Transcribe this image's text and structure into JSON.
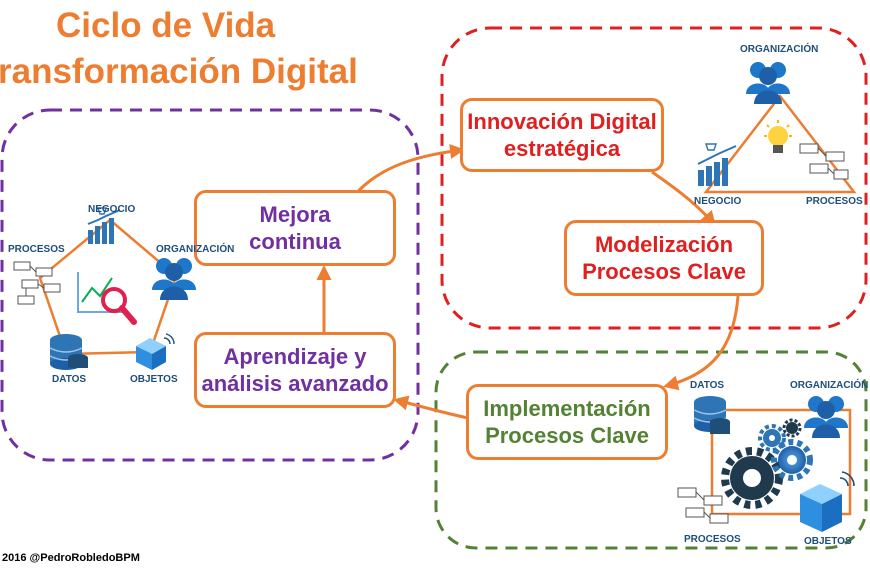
{
  "title": {
    "line1": "Ciclo de Vida",
    "line2": "ransformación Digital"
  },
  "boxes": {
    "innovation": {
      "line1": "Innovación Digital",
      "line2": "estratégica"
    },
    "modeling": {
      "line1": "Modelización",
      "line2": "Procesos Clave"
    },
    "implementation": {
      "line1": "Implementación",
      "line2": "Procesos Clave"
    },
    "learning": {
      "line1": "Aprendizaje y",
      "line2": "análisis avanzado"
    },
    "improvement": {
      "line1": "Mejora",
      "line2": "continua"
    }
  },
  "labels": {
    "red_organizacion": "ORGANIZACIÓN",
    "red_negocio": "NEGOCIO",
    "red_procesos": "PROCESOS",
    "green_datos": "DATOS",
    "green_organizacion": "ORGANIZACIÓN",
    "green_procesos": "PROCESOS",
    "green_objetos": "OBJETOS",
    "purple_procesos": "PROCESOS",
    "purple_negocio": "NEGOCIO",
    "purple_organizacion": "ORGANIZACIÓN",
    "purple_datos": "DATOS",
    "purple_objetos": "OBJETOS"
  },
  "footer": "2016 @PedroRobledoBPM",
  "colors": {
    "title": "#ed7d31",
    "arrow": "#ed7d31",
    "red_zone": "#e02020",
    "green_zone": "#548235",
    "purple_zone": "#7030a0",
    "icon_blue": "#1f77c9",
    "label_blue": "#1f4e79"
  }
}
